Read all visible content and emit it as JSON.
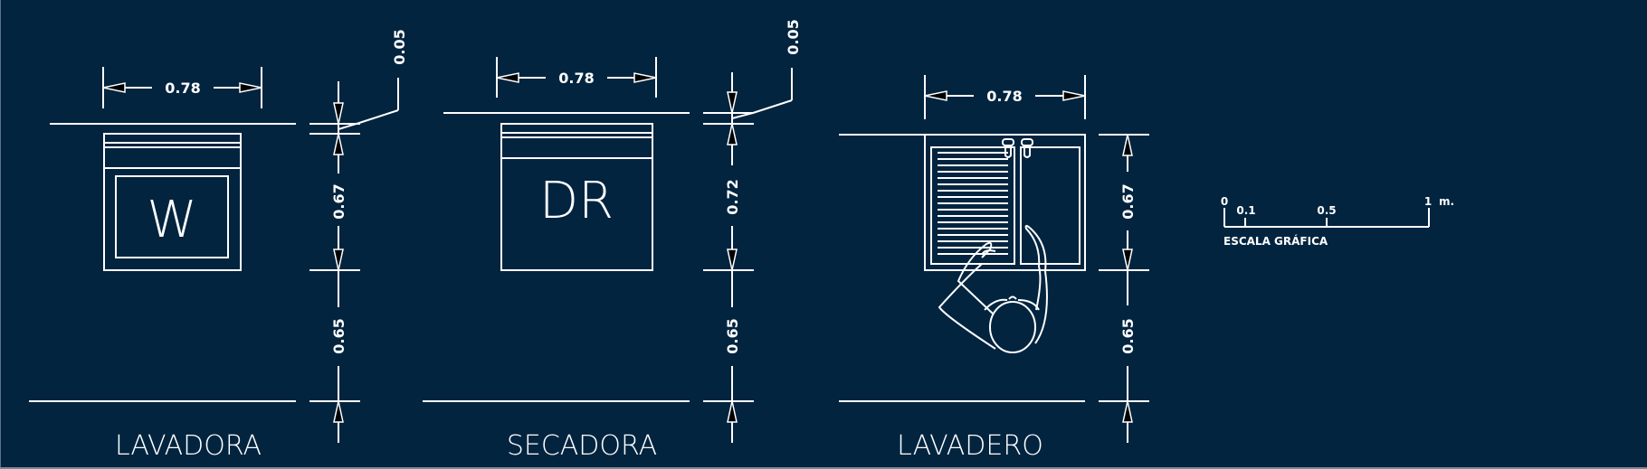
{
  "drawing": {
    "background_color": "#02243f",
    "line_color": "#ffffff",
    "fixtures": [
      {
        "name": "LAVADORA",
        "symbol": "W",
        "width_dim": "0.78",
        "clearance_dim": "0.05",
        "depth_dim": "0.67",
        "front_space_dim": "0.65"
      },
      {
        "name": "SECADORA",
        "symbol": "DR",
        "width_dim": "0.78",
        "clearance_dim": "0.05",
        "depth_dim": "0.72",
        "front_space_dim": "0.65"
      },
      {
        "name": "LAVADERO",
        "symbol": "",
        "width_dim": "0.78",
        "depth_dim": "0.67",
        "front_space_dim": "0.65"
      }
    ],
    "scale_bar": {
      "title": "ESCALA GRÁFICA",
      "ticks": [
        "0",
        "0.1",
        "0.5",
        "1"
      ],
      "unit": "m."
    }
  }
}
